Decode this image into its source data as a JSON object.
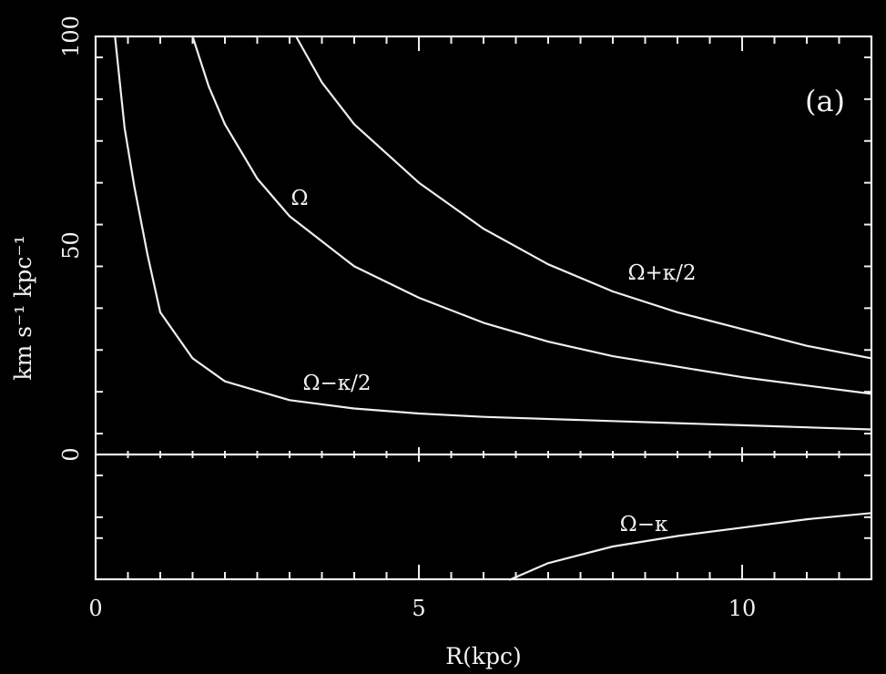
{
  "chart_data": {
    "type": "line",
    "panel_label": "(a)",
    "xlabel": "R(kpc)",
    "ylabel": "km s⁻¹ kpc⁻¹",
    "xlim": [
      0,
      12
    ],
    "ylim": [
      -30,
      100
    ],
    "xticks": [
      0,
      5,
      10
    ],
    "yticks": [
      0,
      50,
      100
    ],
    "grid": false,
    "series": [
      {
        "name": "Ω+κ/2",
        "x": [
          3.1,
          3.5,
          4,
          5,
          6,
          7,
          8,
          9,
          10,
          11,
          12
        ],
        "y": [
          100,
          89,
          79,
          65,
          54,
          45.5,
          39,
          34,
          30,
          26,
          23
        ]
      },
      {
        "name": "Ω",
        "x": [
          1.5,
          1.75,
          2,
          2.5,
          3,
          4,
          5,
          6,
          7,
          8,
          9,
          10,
          11,
          12
        ],
        "y": [
          100,
          88,
          79,
          66,
          57,
          45,
          37.5,
          31.5,
          27,
          23.5,
          21,
          18.5,
          16.5,
          14.5
        ]
      },
      {
        "name": "Ω−κ/2",
        "x": [
          0.3,
          0.45,
          0.6,
          0.8,
          1,
          1.5,
          2,
          3,
          4,
          5,
          6,
          8,
          10,
          12
        ],
        "y": [
          100,
          78,
          64,
          48,
          34,
          23,
          17.5,
          13,
          11,
          9.8,
          9,
          8,
          7,
          6
        ]
      },
      {
        "name": "Ω−κ",
        "x": [
          6.4,
          7,
          8,
          9,
          10,
          11,
          12
        ],
        "y": [
          -30,
          -26,
          -22,
          -19.5,
          -17.5,
          -15.5,
          -14
        ]
      }
    ]
  },
  "labels": {
    "omega_plus_kappa_half": "Ω+κ/2",
    "omega": "Ω",
    "omega_minus_kappa_half": "Ω−κ/2",
    "omega_minus_kappa": "Ω−κ"
  }
}
